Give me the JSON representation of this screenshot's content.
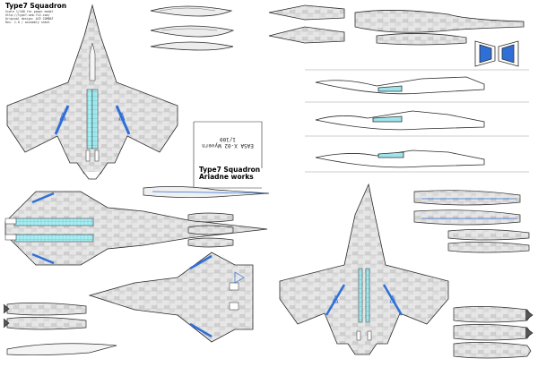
{
  "colors": {
    "outline": "#2b2b2b",
    "panel_gray": "#d3d3d3",
    "panel_light": "#ebebeb",
    "accent_blue": "#2f6fd6",
    "canopy_cyan": "#9ee6ee",
    "hatch": "#8a8a8a"
  },
  "credits": {
    "title": "Type7 Squadron",
    "subtitle": "Ariadne works",
    "lines": [
      "Scale 1/100 for paper model",
      "http://type7.web.fc2.com/",
      "Original design: ACE COMBAT",
      "Rev. 1.0 / assembly sheet"
    ]
  },
  "pilot_label": {
    "model": "EASA X-02 Wyvern",
    "scale": "1/100"
  },
  "credits_bottom": {
    "title": "Type7 Squadron",
    "subtitle": "Ariadne works"
  },
  "icons": {
    "fold_tab": "bowtie-tab-icon"
  }
}
